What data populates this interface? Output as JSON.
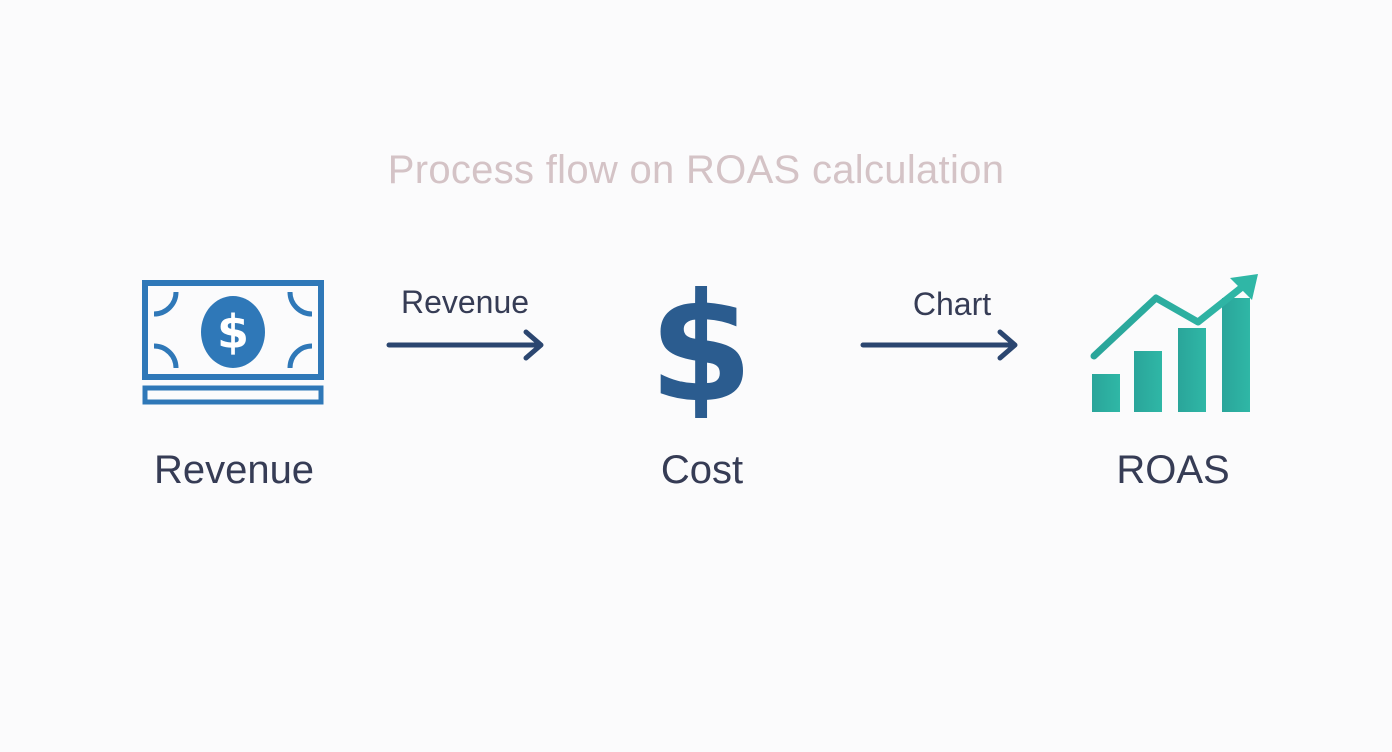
{
  "title": "Process flow on ROAS calculation",
  "nodes": [
    {
      "label": "Revenue",
      "icon": "banknote-icon"
    },
    {
      "label": "Cost",
      "icon": "dollar-sign-icon"
    },
    {
      "label": "ROAS",
      "icon": "growth-chart-icon"
    }
  ],
  "edges": [
    {
      "label": "Revenue"
    },
    {
      "label": "Chart"
    }
  ],
  "colors": {
    "title": "#d4c3c6",
    "text": "#363c55",
    "revenue_icon": "#2f78b8",
    "cost_icon": "#2b5c8f",
    "roas_icon": "#2fb3a3",
    "arrow": "#2b4670"
  }
}
